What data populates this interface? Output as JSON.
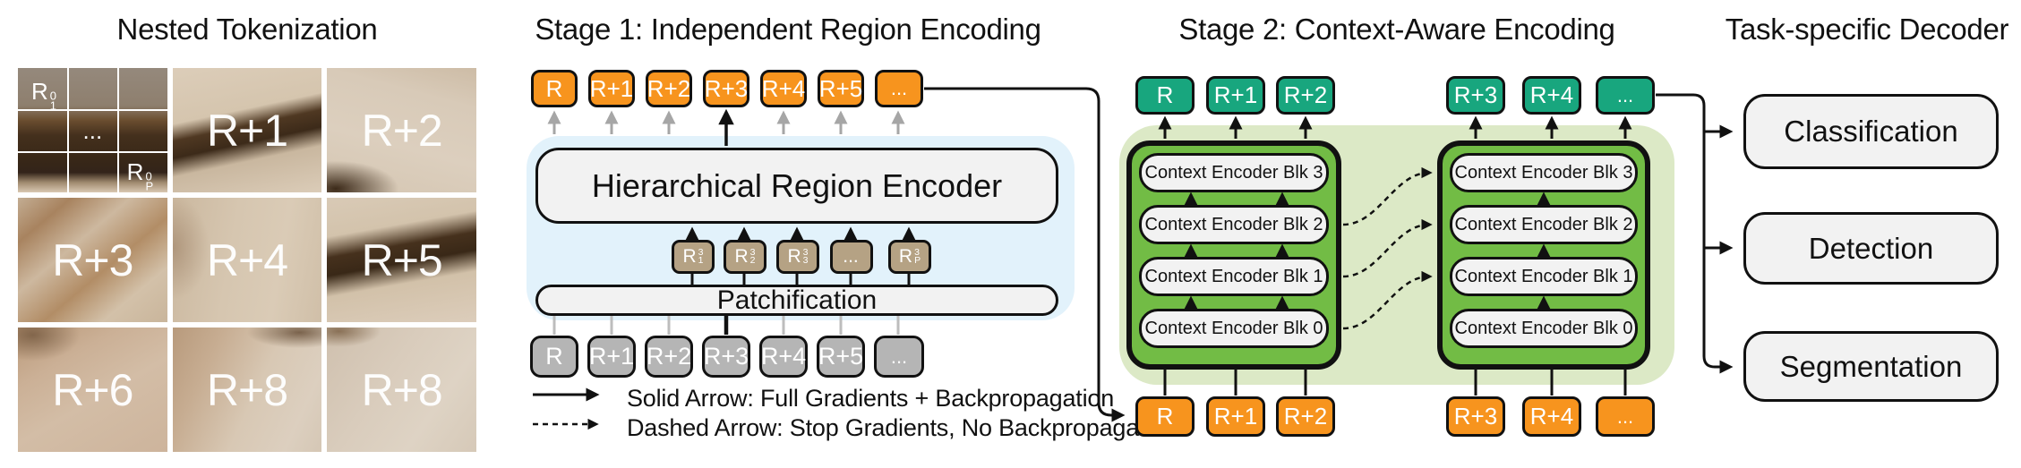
{
  "colors": {
    "token_orange": "#F7941E",
    "token_green": "#18A67E",
    "token_gray": "#B5B5B5",
    "token_tan": "#B5A284",
    "container_green": "#72BC45",
    "panel_light_green": "#DCE9C6",
    "panel_light_blue": "#E2F2FB",
    "box_gray": "#F2F2F2",
    "line_black": "#111111",
    "line_gray": "#A6A6A6"
  },
  "nested": {
    "title": "Nested Tokenization",
    "subgrid": {
      "first": {
        "base": "R",
        "sup": "0",
        "sub": "1"
      },
      "dots": "...",
      "last": {
        "base": "R",
        "sup": "0",
        "sub": "P"
      }
    },
    "cells": [
      "R+1",
      "R+2",
      "R+3",
      "R+4",
      "R+5",
      "R+6",
      "R+8",
      "R+8"
    ]
  },
  "stage1": {
    "title": "Stage 1: Independent Region Encoding",
    "encoder_label": "Hierarchical Region Encoder",
    "patchification_label": "Patchification",
    "output_tokens": [
      "R",
      "R+1",
      "R+2",
      "R+3",
      "R+4",
      "R+5",
      "..."
    ],
    "input_tokens": [
      "R",
      "R+1",
      "R+2",
      "R+3",
      "R+4",
      "R+5",
      "..."
    ],
    "patch_tokens": [
      {
        "base": "R",
        "sup": "3",
        "sub": "1"
      },
      {
        "base": "R",
        "sup": "3",
        "sub": "2"
      },
      {
        "base": "R",
        "sup": "3",
        "sub": "3"
      },
      {
        "base": "...",
        "sup": "",
        "sub": ""
      },
      {
        "base": "R",
        "sup": "3",
        "sub": "P"
      }
    ]
  },
  "legend": {
    "solid": "Solid Arrow: Full Gradients + Backpropagation",
    "dashed": "Dashed Arrow: Stop Gradients, No Backpropagation"
  },
  "stage2": {
    "title": "Stage 2: Context-Aware Encoding",
    "left_output_tokens": [
      "R",
      "R+1",
      "R+2"
    ],
    "right_output_tokens": [
      "R+3",
      "R+4",
      "..."
    ],
    "left_input_tokens": [
      "R",
      "R+1",
      "R+2"
    ],
    "right_input_tokens": [
      "R+3",
      "R+4",
      "..."
    ],
    "blocks": [
      "Context Encoder Blk 3",
      "Context Encoder Blk 2",
      "Context Encoder Blk 1",
      "Context Encoder Blk 0"
    ]
  },
  "decoder": {
    "title": "Task-specific Decoder",
    "tasks": [
      "Classification",
      "Detection",
      "Segmentation"
    ]
  }
}
